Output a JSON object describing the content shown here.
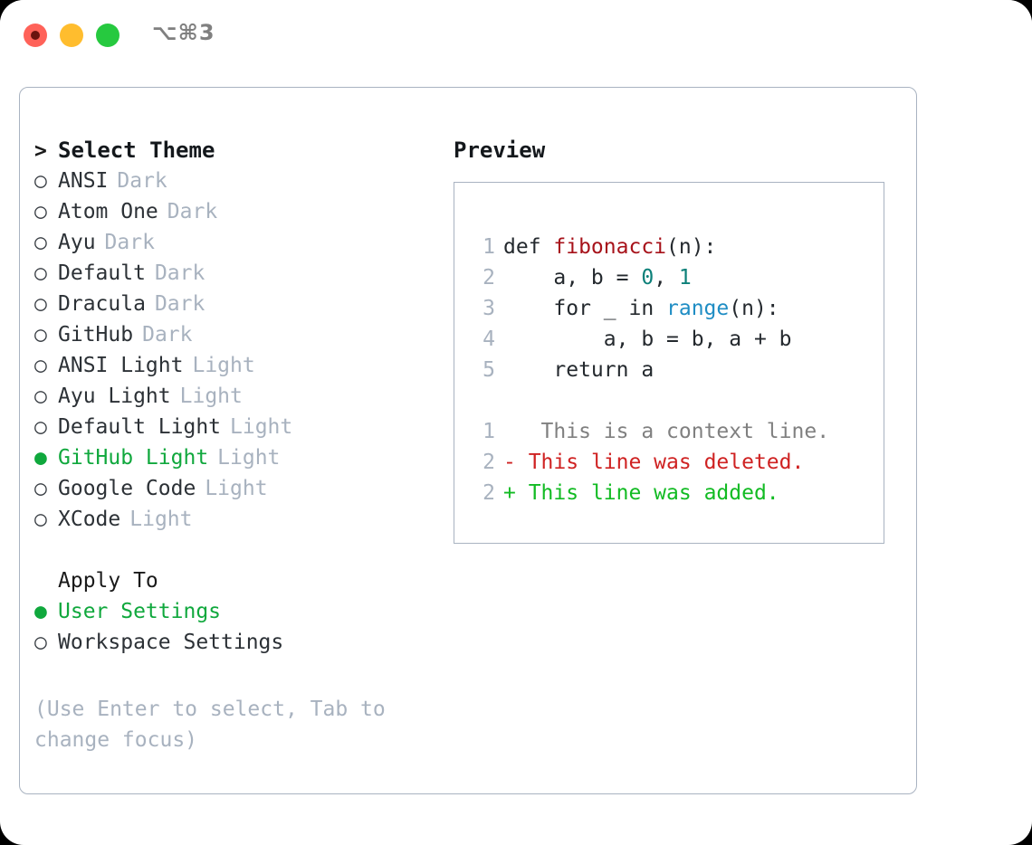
{
  "titlebar": {
    "shortcut": "⌥⌘3",
    "buttons": {
      "close": "close",
      "minimize": "minimize",
      "zoom": "zoom"
    }
  },
  "theme_picker": {
    "caret": ">",
    "heading": "Select Theme",
    "marker_unselected": "○",
    "marker_selected": "●",
    "items": [
      {
        "label": "ANSI",
        "tag": "Dark",
        "selected": false
      },
      {
        "label": "Atom One",
        "tag": "Dark",
        "selected": false
      },
      {
        "label": "Ayu",
        "tag": "Dark",
        "selected": false
      },
      {
        "label": "Default",
        "tag": "Dark",
        "selected": false
      },
      {
        "label": "Dracula",
        "tag": "Dark",
        "selected": false
      },
      {
        "label": "GitHub",
        "tag": "Dark",
        "selected": false
      },
      {
        "label": "ANSI Light",
        "tag": "Light",
        "selected": false
      },
      {
        "label": "Ayu Light",
        "tag": "Light",
        "selected": false
      },
      {
        "label": "Default Light",
        "tag": "Light",
        "selected": false
      },
      {
        "label": "GitHub Light",
        "tag": "Light",
        "selected": true
      },
      {
        "label": "Google Code",
        "tag": "Light",
        "selected": false
      },
      {
        "label": "XCode",
        "tag": "Light",
        "selected": false
      }
    ]
  },
  "apply_to": {
    "heading": "Apply To",
    "options": [
      {
        "label": "User Settings",
        "selected": true
      },
      {
        "label": "Workspace Settings",
        "selected": false
      }
    ]
  },
  "hint": "(Use Enter to select, Tab to change focus)",
  "preview": {
    "title": "Preview",
    "code_lines": [
      {
        "no": "1",
        "segments": [
          {
            "text": "def ",
            "kind": "plain"
          },
          {
            "text": "fibonacci",
            "kind": "fn"
          },
          {
            "text": "(n):",
            "kind": "plain"
          }
        ]
      },
      {
        "no": "2",
        "segments": [
          {
            "text": "    a, b = ",
            "kind": "plain"
          },
          {
            "text": "0",
            "kind": "num"
          },
          {
            "text": ", ",
            "kind": "plain"
          },
          {
            "text": "1",
            "kind": "num"
          }
        ]
      },
      {
        "no": "3",
        "segments": [
          {
            "text": "    for _ in ",
            "kind": "plain"
          },
          {
            "text": "range",
            "kind": "call"
          },
          {
            "text": "(n):",
            "kind": "plain"
          }
        ]
      },
      {
        "no": "4",
        "segments": [
          {
            "text": "        a, b = b, a + b",
            "kind": "plain"
          }
        ]
      },
      {
        "no": "5",
        "segments": [
          {
            "text": "    return a",
            "kind": "plain"
          }
        ]
      }
    ],
    "diff_lines": [
      {
        "no": "1",
        "marker": " ",
        "text": "  This is a context line.",
        "kind": "ctx"
      },
      {
        "no": "2",
        "marker": "-",
        "text": " This line was deleted.",
        "kind": "del"
      },
      {
        "no": "2",
        "marker": "+",
        "text": " This line was added.",
        "kind": "add"
      }
    ]
  },
  "colors": {
    "accent_green": "#10a83d",
    "tag_gray": "#a8b2bf",
    "border": "#a9b3c1",
    "text": "#2c3136",
    "syntax_function": "#a7121a",
    "syntax_number": "#0c8079",
    "syntax_call": "#1f8dc4",
    "diff_context": "#808080",
    "diff_deleted": "#cf2222",
    "diff_added": "#12bb23",
    "traffic_close": "#ff6259",
    "traffic_minimize": "#ffbd2e",
    "traffic_zoom": "#26c93f"
  }
}
